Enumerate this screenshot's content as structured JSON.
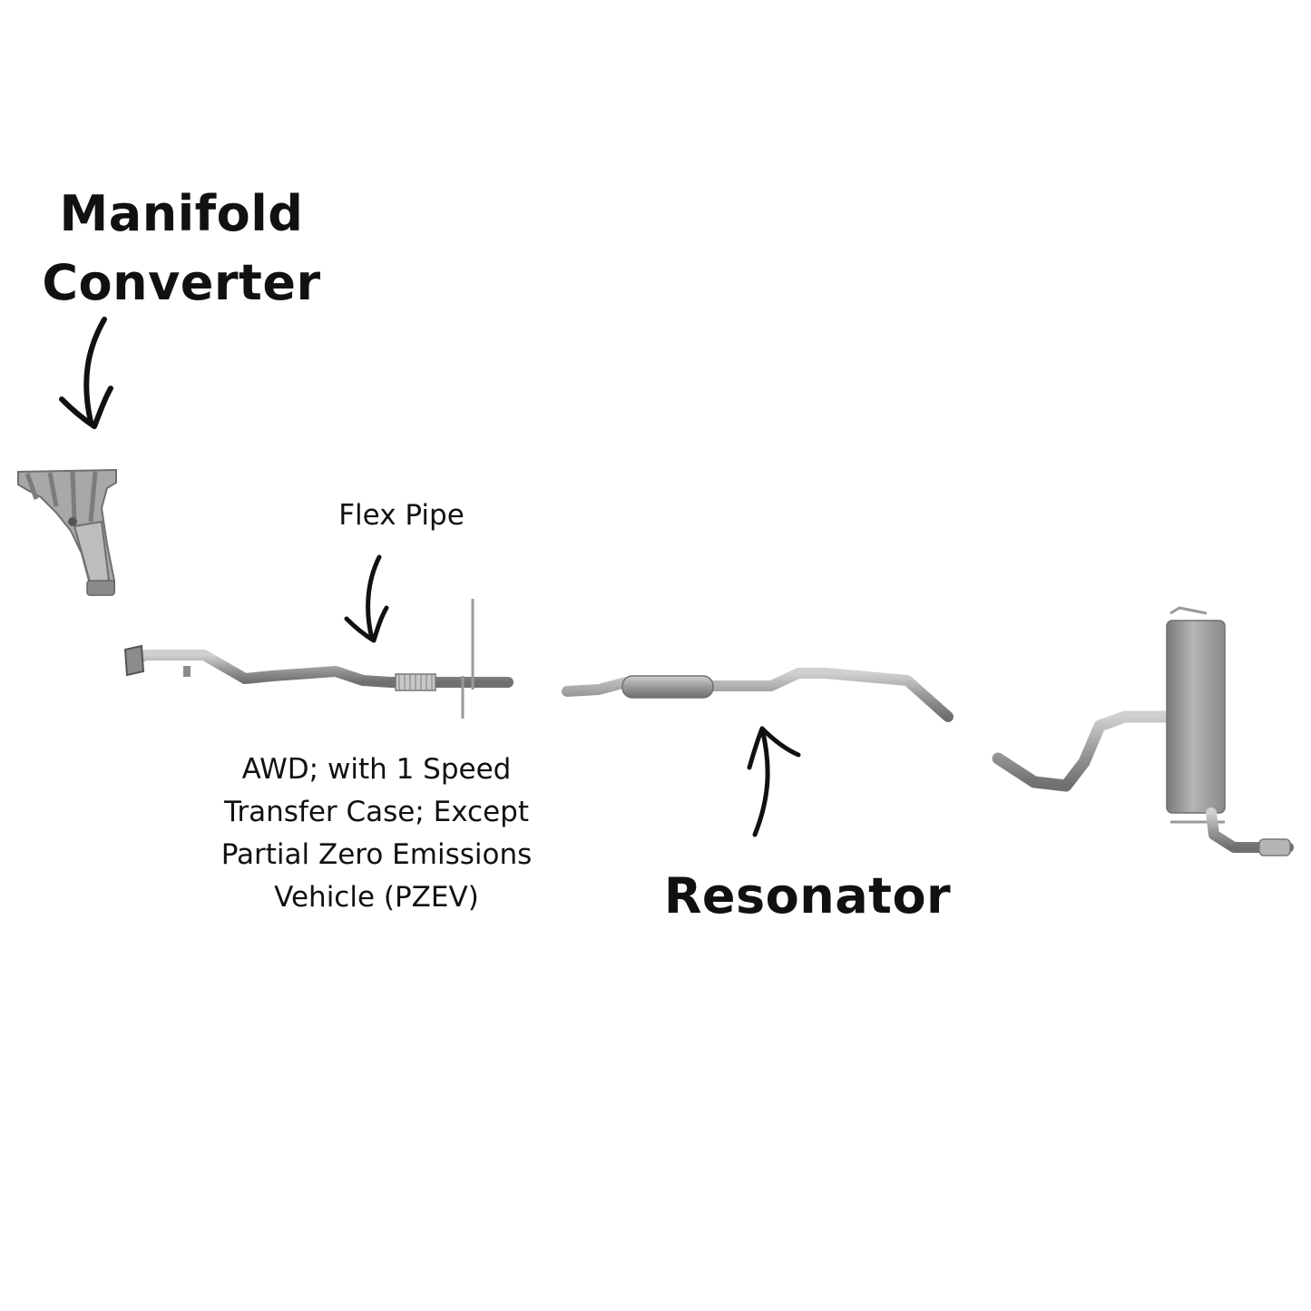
{
  "labels": {
    "manifold_line1": "Manifold",
    "manifold_line2": "Converter",
    "flex_pipe": "Flex Pipe",
    "note_line1": "AWD; with 1 Speed",
    "note_line2": "Transfer Case; Except",
    "note_line3": "Partial Zero Emissions",
    "note_line4": "Vehicle (PZEV)",
    "resonator": "Resonator"
  },
  "colors": {
    "text": "#111111",
    "pipe": "#9a9a9a",
    "pipe_dark": "#6f6f6f",
    "pipe_light": "#c4c4c4",
    "background": "#ffffff"
  },
  "icons": {
    "arrow": "hand-drawn-arrow-icon"
  }
}
